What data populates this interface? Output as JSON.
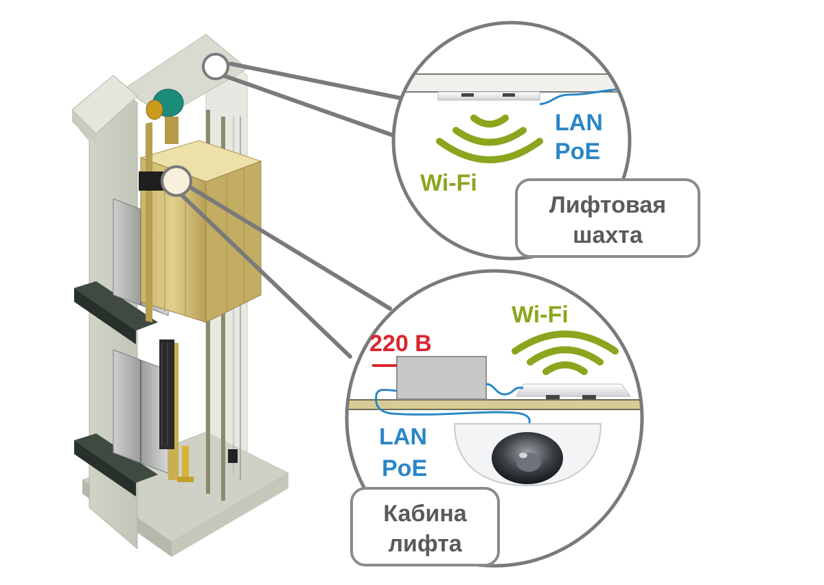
{
  "shaft_detail": {
    "lan_label": "LAN",
    "poe_label": "PoE",
    "wifi_label": "Wi-Fi",
    "location_line1": "Лифтовая",
    "location_line2": "шахта"
  },
  "cabin_detail": {
    "power_label": "220 В",
    "wifi_label": "Wi-Fi",
    "lan_label": "LAN",
    "poe_label": "PoE",
    "location_line1": "Кабина",
    "location_line2": "лифта"
  },
  "colors": {
    "wifi": "#8aa61e",
    "lan": "#2a86c6",
    "power": "#d9262e",
    "callout_border": "#8a8a8a",
    "label_text": "#5a5a5a"
  }
}
